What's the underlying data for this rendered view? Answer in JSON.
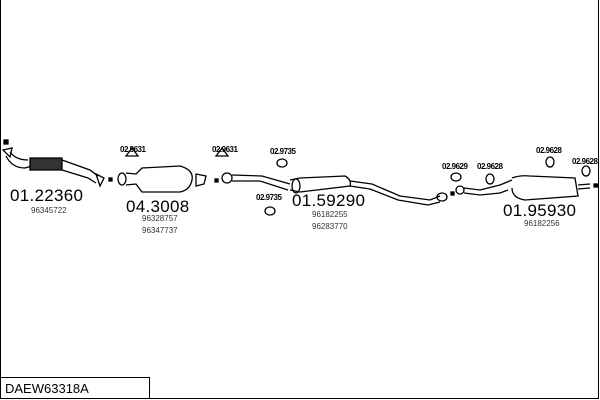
{
  "kit_code": "DAEW63318A",
  "parts": [
    {
      "number": "01.22360",
      "refs": [
        "96345722"
      ]
    },
    {
      "number": "04.3008",
      "refs": [
        "96328757",
        "96347737"
      ]
    },
    {
      "number": "01.59290",
      "refs": [
        "96182255",
        "96283770"
      ]
    },
    {
      "number": "01.95930",
      "refs": [
        "96182256"
      ]
    }
  ],
  "fittings": [
    "02.9631",
    "02.9631",
    "02.9735",
    "02.9735",
    "02.9629",
    "02.9628",
    "02.9628",
    "02.9628"
  ]
}
